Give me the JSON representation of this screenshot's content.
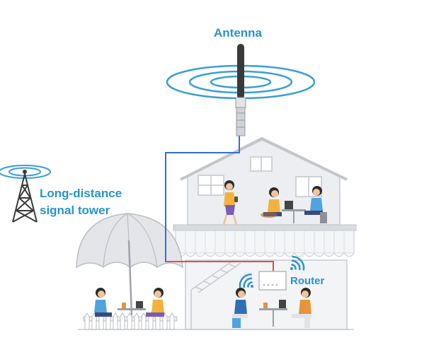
{
  "labels": {
    "antenna": "Antenna",
    "tower_line1": "Long-distance",
    "tower_line2": "signal tower",
    "router": "Router"
  },
  "colors": {
    "label": "#2a93c9",
    "signal_rings": "#3a9fd3",
    "antenna_cable": "#2f6fd6",
    "router_cable": "#e0504a",
    "antenna_body": "#3a3a3a",
    "building": "#e9ebee",
    "building_outline": "#c8ccd2",
    "awning": "#f2f3f5",
    "umbrella": "#dfe2e6"
  },
  "icons": [
    "antenna-icon",
    "signal-tower-icon",
    "router-icon",
    "wifi-icon",
    "umbrella-icon"
  ]
}
